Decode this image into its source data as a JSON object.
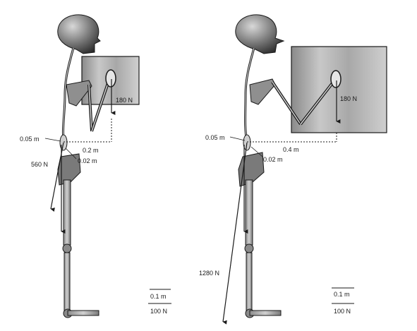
{
  "figure": {
    "left": {
      "box_force": "180 N",
      "dist_small": "0.05 m",
      "dist_load": "0.2 m",
      "dist_disc": "0.02 m",
      "muscle_force": "560 N",
      "scale_length": "0.1 m",
      "scale_force": "100 N"
    },
    "right": {
      "box_force": "180 N",
      "dist_small": "0.05 m",
      "dist_load": "0.4 m",
      "dist_disc": "0.02 m",
      "muscle_force": "1280 N",
      "scale_length": "0.1 m",
      "scale_force": "100 N"
    }
  },
  "colors": {
    "ink": "#1a1a1a",
    "box_fill": "#b8b8b8",
    "head_fill": "#6e6e6e",
    "bone_fill": "#9c9c9c"
  }
}
